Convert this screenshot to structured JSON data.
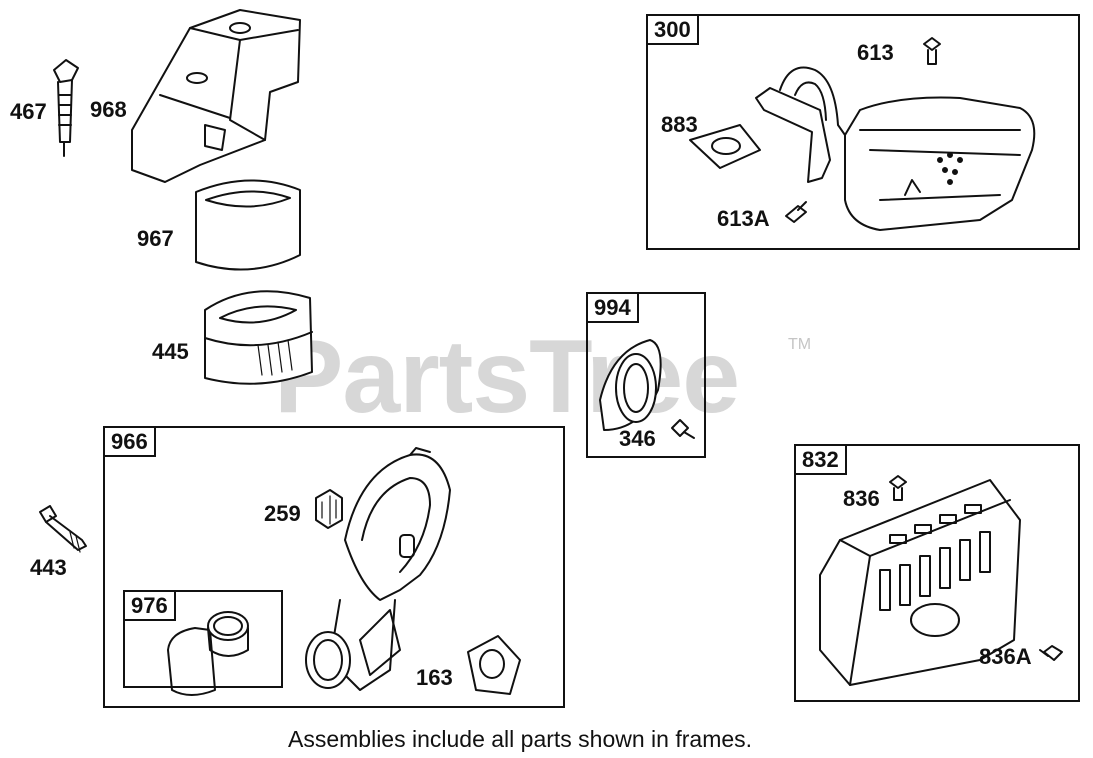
{
  "watermark": {
    "text": "PartsTree",
    "trademark": "TM"
  },
  "caption": "Assemblies include all parts shown in frames.",
  "frames": [
    {
      "tag": "300"
    },
    {
      "tag": "994"
    },
    {
      "tag": "966"
    },
    {
      "tag": "976"
    },
    {
      "tag": "832"
    }
  ],
  "parts": [
    {
      "number": "467"
    },
    {
      "number": "968"
    },
    {
      "number": "967"
    },
    {
      "number": "445"
    },
    {
      "number": "443"
    },
    {
      "number": "259"
    },
    {
      "number": "163"
    },
    {
      "number": "613"
    },
    {
      "number": "883"
    },
    {
      "number": "613A"
    },
    {
      "number": "346"
    },
    {
      "number": "836"
    },
    {
      "number": "836A"
    }
  ]
}
